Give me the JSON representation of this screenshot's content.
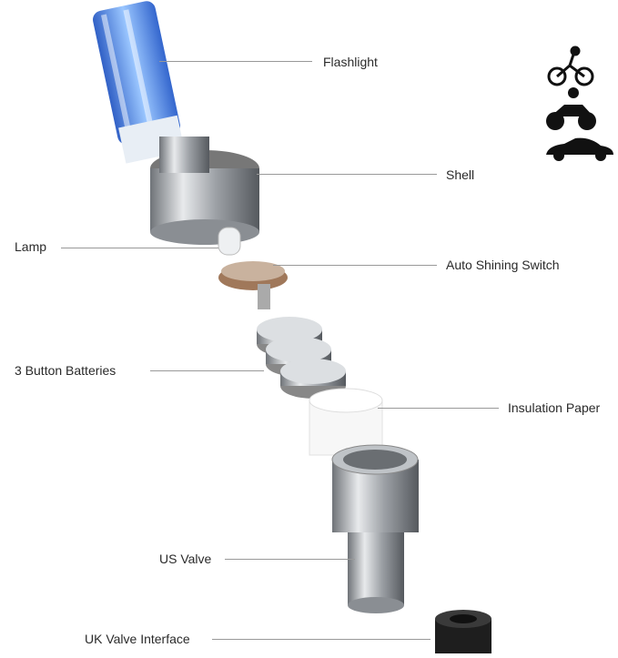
{
  "labels": {
    "flashlight": "Flashlight",
    "shell": "Shell",
    "lamp": "Lamp",
    "switch": "Auto Shining Switch",
    "batteries": "3 Button Batteries",
    "insulation": "Insulation Paper",
    "us_valve": "US Valve",
    "uk_valve": "UK Valve Interface"
  },
  "icons": [
    "bicycle-icon",
    "motorcycle-icon",
    "car-icon"
  ],
  "colors": {
    "light_blue": "#3a7fe0",
    "metal": "#b8bcc2",
    "copper": "#a0785a"
  }
}
